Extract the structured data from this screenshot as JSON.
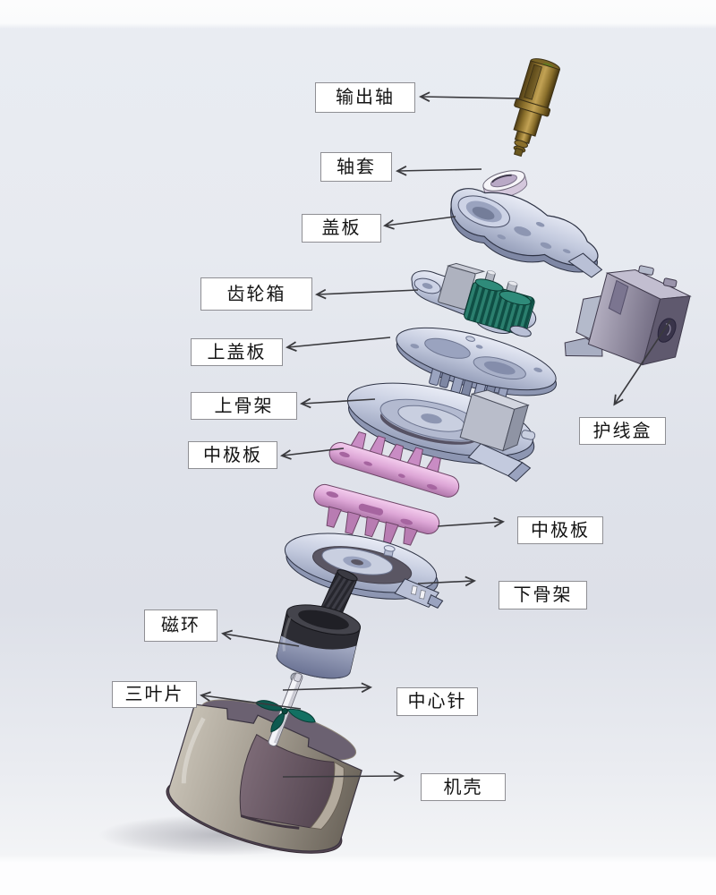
{
  "diagram": {
    "kind": "exploded-view-assembly",
    "labels": {
      "output_shaft": "输出轴",
      "shaft_sleeve": "轴套",
      "cover_plate": "盖板",
      "gearbox": "齿轮箱",
      "upper_cover_plate": "上盖板",
      "upper_frame": "上骨架",
      "middle_pole_plate_left": "中极板",
      "wire_protection_box": "护线盒",
      "middle_pole_plate_right": "中极板",
      "lower_frame": "下骨架",
      "magnetic_ring": "磁环",
      "three_blade": "三叶片",
      "center_pin": "中心针",
      "casing": "机壳"
    },
    "colors": {
      "label_bg": "#ffffff",
      "label_border": "#8f8f94",
      "label_text": "#141414",
      "arrow": "#3a3a3e",
      "part_periwinkle": "#c3cade",
      "part_pink": "#dda6d6",
      "part_teal_gear": "#1d6a5c",
      "part_brass": "#9a7b31",
      "part_magnet_dark": "#2c2c33",
      "part_magnet_light": "#8d95b2",
      "part_casing_outer": "#a59e92",
      "part_casing_inner": "#6f5e6a",
      "part_wire_box": "#948ea2"
    }
  }
}
